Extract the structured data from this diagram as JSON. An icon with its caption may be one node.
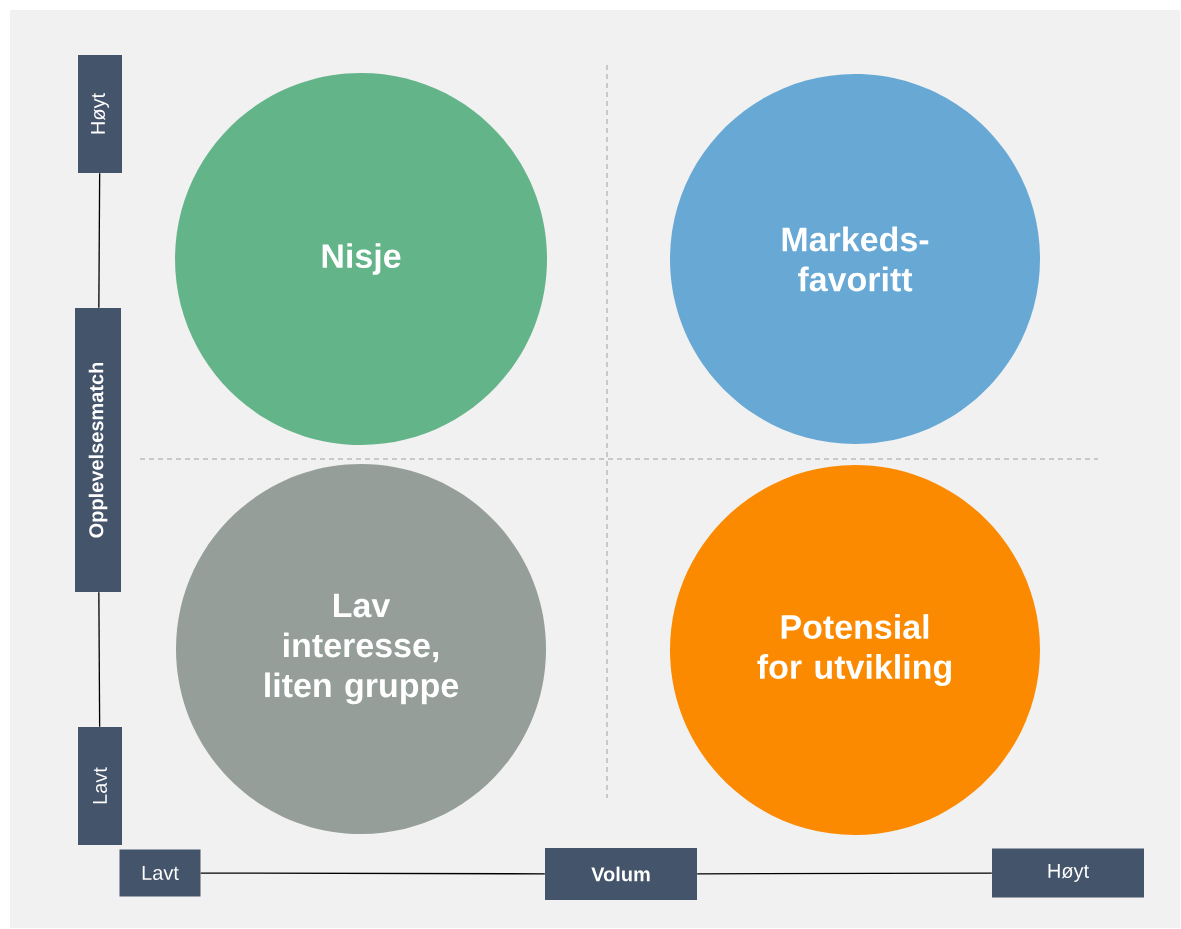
{
  "diagram": {
    "nodes": [
      {
        "text": [
          "Høyt"
        ]
      },
      {
        "text": [
          "Nisje"
        ]
      },
      {
        "text": [
          "Markeds- favoritt"
        ]
      },
      {
        "text": [
          "Opplevelsesmatch"
        ]
      },
      {
        "text": [
          "Lav interesse, liten gruppe"
        ]
      },
      {
        "text": [
          "Potensial for utvikling"
        ]
      },
      {
        "text": [
          "Lavt"
        ]
      },
      {
        "text": [
          "Lavt"
        ]
      },
      {
        "text": [
          "Volum"
        ]
      },
      {
        "text": [
          "Høyt"
        ]
      }
    ],
    "edges": [
      {
        "from": 0,
        "to": 3,
        "arrow": "none"
      },
      {
        "from": 3,
        "to": 6,
        "arrow": "none"
      },
      {
        "from": 7,
        "to": 8,
        "arrow": "none"
      },
      {
        "from": 8,
        "to": 9,
        "arrow": "none"
      }
    ]
  }
}
